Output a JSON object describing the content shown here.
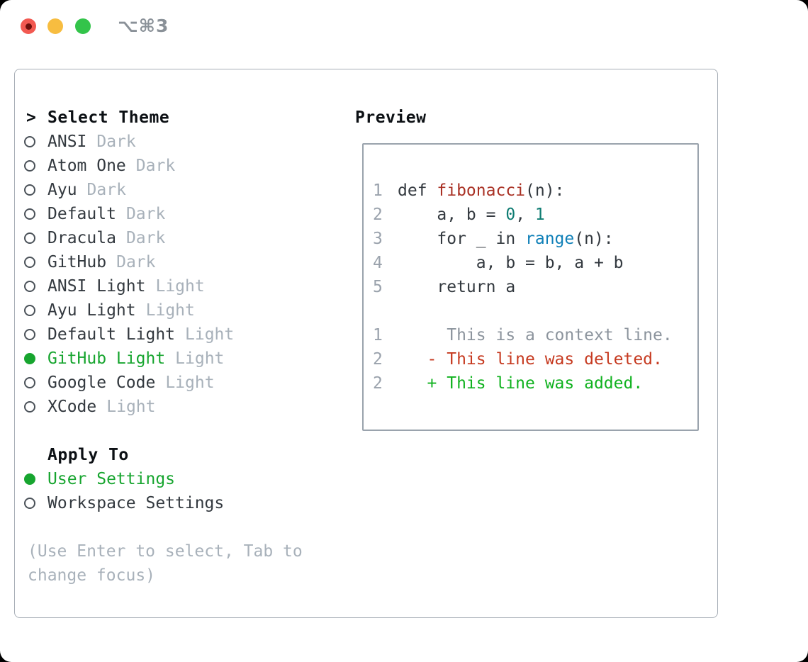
{
  "titlebar": {
    "shortcut": "⌥⌘3"
  },
  "colors": {
    "light_red": "#f25951",
    "light_yellow": "#f7bd40",
    "light_green": "#33c44a",
    "titlebar_gray": "#8a9198",
    "panel_border": "#a7aeb6",
    "preview_border": "#9aa3ad",
    "circle_outline": "#4a5158",
    "heading_black": "#0c1014",
    "text_dark": "#33393f",
    "muted_gray": "#a8b1ba",
    "accent_green": "#17a52f",
    "lineno_gray": "#9aa2ac",
    "function_red": "#a93124",
    "number_teal": "#0e7c72",
    "call_blue": "#1080b8",
    "context_gray": "#8c949d",
    "deleted_red": "#c63a20",
    "added_green": "#10b21f"
  },
  "theme_panel": {
    "prompt": ">",
    "header": "Select Theme",
    "themes": [
      {
        "name": "ANSI",
        "tag": "Dark",
        "selected": false
      },
      {
        "name": "Atom One",
        "tag": "Dark",
        "selected": false
      },
      {
        "name": "Ayu",
        "tag": "Dark",
        "selected": false
      },
      {
        "name": "Default",
        "tag": "Dark",
        "selected": false
      },
      {
        "name": "Dracula",
        "tag": "Dark",
        "selected": false
      },
      {
        "name": "GitHub",
        "tag": "Dark",
        "selected": false
      },
      {
        "name": "ANSI Light",
        "tag": "Light",
        "selected": false
      },
      {
        "name": "Ayu Light",
        "tag": "Light",
        "selected": false
      },
      {
        "name": "Default Light",
        "tag": "Light",
        "selected": false
      },
      {
        "name": "GitHub Light",
        "tag": "Light",
        "selected": true
      },
      {
        "name": "Google Code",
        "tag": "Light",
        "selected": false
      },
      {
        "name": "XCode",
        "tag": "Light",
        "selected": false
      }
    ],
    "apply_to": {
      "header": "Apply To",
      "options": [
        {
          "name": "User Settings",
          "selected": true
        },
        {
          "name": "Workspace Settings",
          "selected": false
        }
      ]
    },
    "hint": "(Use Enter to select, Tab to change focus)"
  },
  "preview": {
    "header": "Preview",
    "code_lines": [
      {
        "num": "1",
        "segments": [
          {
            "text": "def ",
            "style": "plain"
          },
          {
            "text": "fibonacci",
            "style": "function"
          },
          {
            "text": "(n):",
            "style": "plain"
          }
        ]
      },
      {
        "num": "2",
        "segments": [
          {
            "text": "    a, b = ",
            "style": "plain"
          },
          {
            "text": "0",
            "style": "number"
          },
          {
            "text": ", ",
            "style": "plain"
          },
          {
            "text": "1",
            "style": "number"
          }
        ]
      },
      {
        "num": "3",
        "segments": [
          {
            "text": "    for _ in ",
            "style": "plain"
          },
          {
            "text": "range",
            "style": "call"
          },
          {
            "text": "(n):",
            "style": "plain"
          }
        ]
      },
      {
        "num": "4",
        "segments": [
          {
            "text": "        a, b = b, a + b",
            "style": "plain"
          }
        ]
      },
      {
        "num": "5",
        "segments": [
          {
            "text": "    return a",
            "style": "plain"
          }
        ]
      },
      {
        "num": "",
        "segments": []
      },
      {
        "num": "1",
        "segments": [
          {
            "text": "     This is a context line.",
            "style": "context"
          }
        ]
      },
      {
        "num": "2",
        "segments": [
          {
            "text": "   - This line was deleted.",
            "style": "deleted"
          }
        ]
      },
      {
        "num": "2",
        "segments": [
          {
            "text": "   + This line was added.",
            "style": "added"
          }
        ]
      }
    ]
  }
}
